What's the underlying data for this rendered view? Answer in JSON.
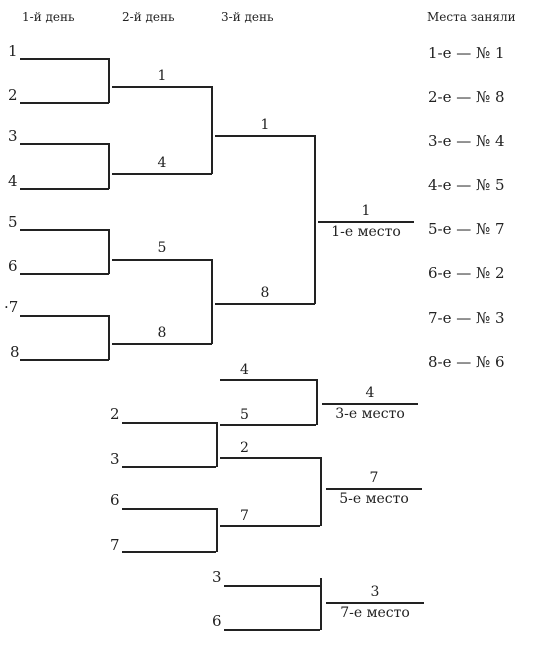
{
  "headers": {
    "day1": "1-й день",
    "day2": "2-й день",
    "day3": "3-й день",
    "places": "Места заняли"
  },
  "main": {
    "entrants": [
      "1",
      "2",
      "3",
      "4",
      "5",
      "6",
      "·7",
      "8"
    ],
    "day2_winners": [
      "1",
      "4",
      "5",
      "8"
    ],
    "day3_winners": [
      "1",
      "8"
    ],
    "final": {
      "winner": "1",
      "place": "1-е место"
    }
  },
  "third_place": {
    "day3_a": "4",
    "day3_b": "5",
    "winner": "4",
    "place": "3-е место"
  },
  "consolation": {
    "entrants": [
      "2",
      "3",
      "6",
      "7"
    ],
    "day3_winners": [
      "2",
      "7"
    ],
    "winner": "7",
    "place": "5-е место"
  },
  "seventh_place": {
    "entrants": [
      "3",
      "6"
    ],
    "winner": "3",
    "place": "7-е место"
  },
  "results": [
    "1-е — № 1",
    "2-е — № 8",
    "3-е — № 4",
    "4-е — № 5",
    "5-е — № 7",
    "6-е — № 2",
    "7-е — № 3",
    "8-е — № 6"
  ]
}
